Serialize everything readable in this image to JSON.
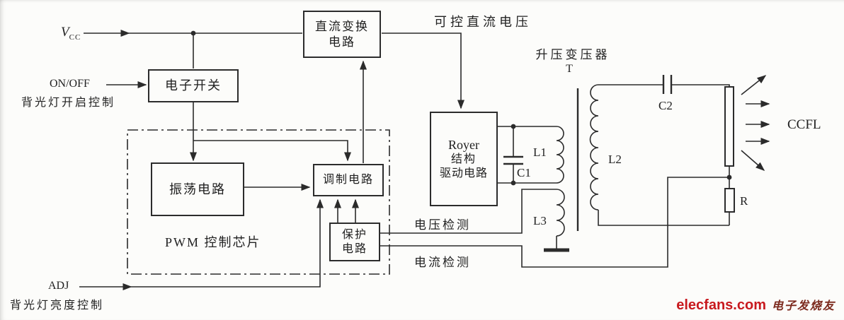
{
  "colors": {
    "line": "#2b2b2b",
    "text": "#1f1f1f",
    "paper": "#fcfcfa",
    "brand_red": "#c8191e",
    "brand_dark_red": "#7c2a1e"
  },
  "inputs": {
    "vcc_symbol": "V",
    "vcc_subscript": "CC",
    "onoff_label": "ON/OFF",
    "onoff_desc": "背光灯开启控制",
    "adj_label": "ADJ",
    "adj_desc": "背光灯亮度控制"
  },
  "blocks": {
    "electronic_switch": {
      "label": "电子开关"
    },
    "dc_converter": {
      "line1": "直流变换",
      "line2": "电路"
    },
    "oscillator": {
      "label": "振荡电路"
    },
    "modulator": {
      "label": "调制电路"
    },
    "protection": {
      "line1": "保护",
      "line2": "电路"
    },
    "royer": {
      "line1": "Royer",
      "line2": "结构",
      "line3": "驱动电路"
    }
  },
  "labels": {
    "controllable_dc": "可控直流电压",
    "transformer": "升压变压器",
    "transformer_ref": "T",
    "pwm_chip": "PWM 控制芯片",
    "voltage_detect": "电压检测",
    "current_detect": "电流检测",
    "ccfl": "CCFL"
  },
  "components": {
    "l1": "L1",
    "l2": "L2",
    "l3": "L3",
    "c1": "C1",
    "c2": "C2",
    "r": "R"
  },
  "watermark": {
    "brand": "elecfans.com",
    "suffix": "电子发烧友"
  }
}
